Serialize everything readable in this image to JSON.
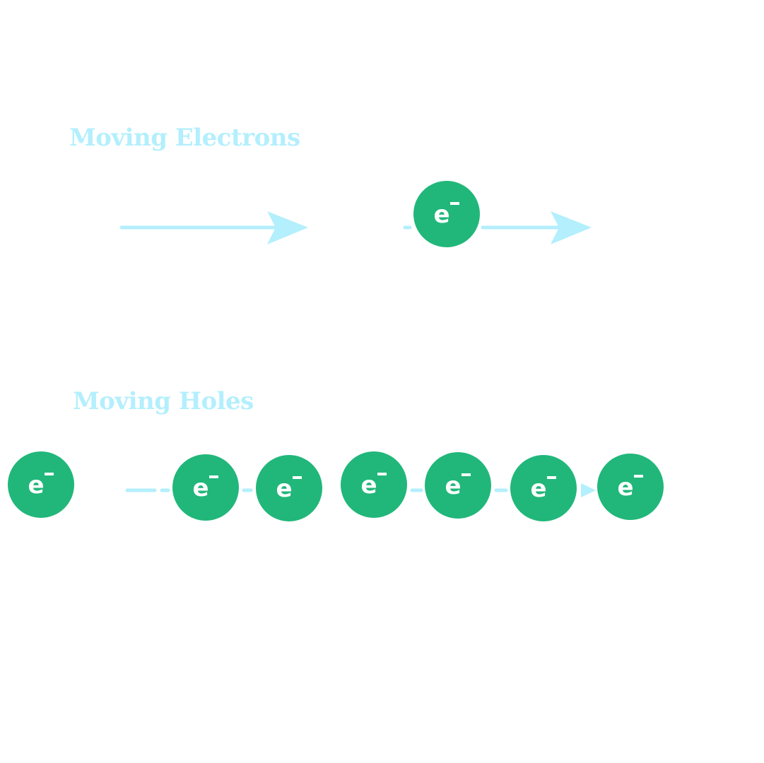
{
  "colors": {
    "background": "#ffffff",
    "title": "#b3effd",
    "arrow": "#b3effd",
    "electron_fill": "#21b77a",
    "electron_text": "#ffffff"
  },
  "electron_symbol": {
    "letter": "e",
    "sign": "−"
  },
  "sections": [
    {
      "id": "moving-electrons",
      "title": "Moving Electrons",
      "arrows": [
        "arrow-left",
        "arrow-right"
      ],
      "electrons": 1
    },
    {
      "id": "moving-holes",
      "title": "Moving Holes",
      "arrows": [
        "dashed-arrow"
      ],
      "electrons": 7
    }
  ]
}
